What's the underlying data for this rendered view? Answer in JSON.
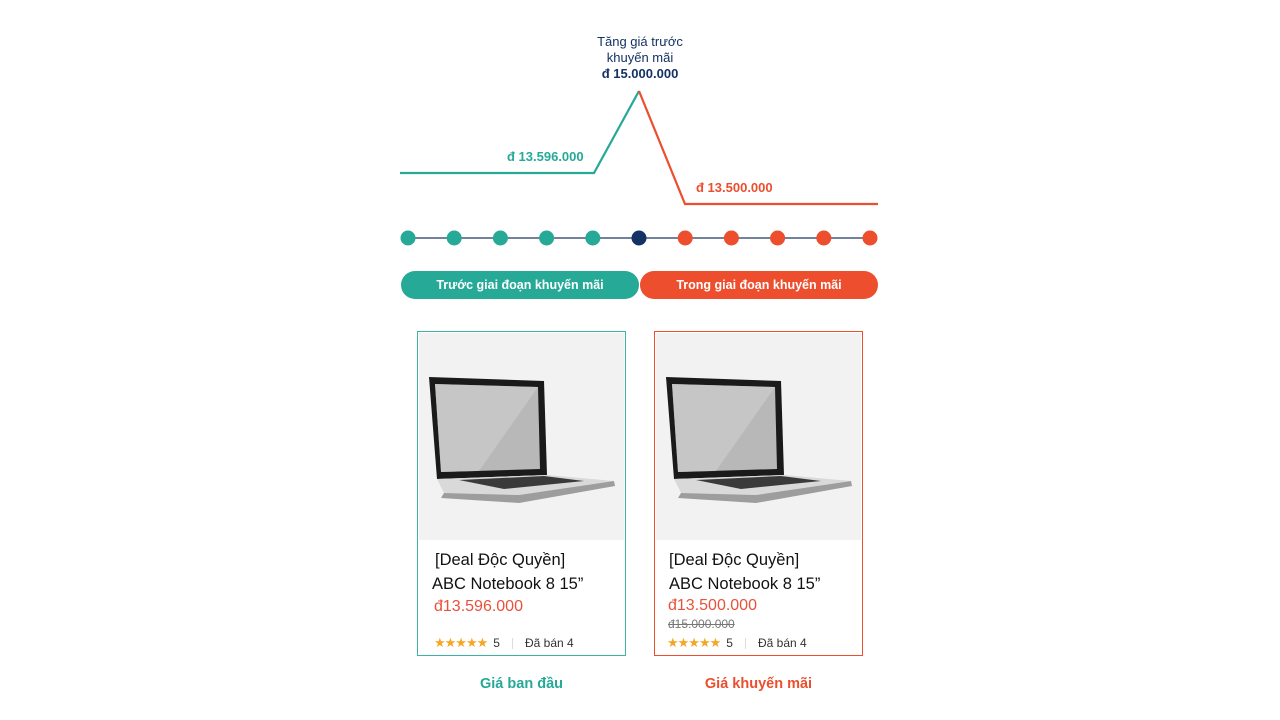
{
  "colors": {
    "before": "#26A997",
    "peak": "#143264",
    "promo": "#EC4E2E"
  },
  "timeline": {
    "peak_label_line1": "Tăng giá trước",
    "peak_label_line2": "khuyến mãi",
    "peak_price": "đ 15.000.000",
    "before_price": "đ 13.596.000",
    "promo_price": "đ 13.500.000",
    "dots": [
      "before",
      "before",
      "before",
      "before",
      "before",
      "peak",
      "promo",
      "promo",
      "promo",
      "promo",
      "promo"
    ]
  },
  "phases": {
    "before": "Trước giai đoạn khuyến mãi",
    "during": "Trong giai đoạn khuyến mãi"
  },
  "cards": [
    {
      "title_line1": "[Deal Độc Quyền]",
      "title_line2": "ABC Notebook 8 15”",
      "price": "đ13.596.000",
      "rating_stars": "★★★★★",
      "rating": "5",
      "sold": "Đã bán 4",
      "caption": "Giá ban đầu"
    },
    {
      "title_line1": "[Deal Độc Quyền]",
      "title_line2": "ABC Notebook 8 15”",
      "price": "đ13.500.000",
      "old_price": "đ15.000.000",
      "rating_stars": "★★★★★",
      "rating": "5",
      "sold": "Đã bán 4",
      "caption": "Giá khuyến mãi"
    }
  ]
}
